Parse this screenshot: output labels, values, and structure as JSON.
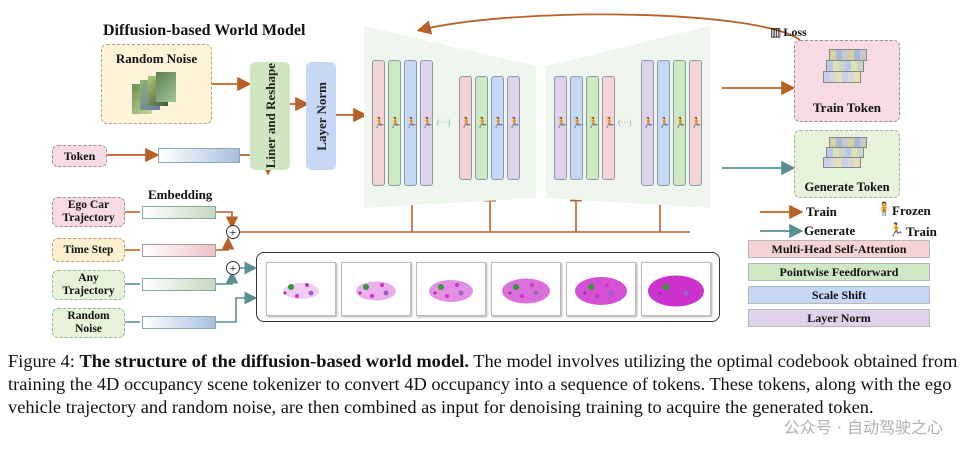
{
  "title": "Diffusion-based World Model",
  "inputs": {
    "random_noise": "Random Noise",
    "token": "Token",
    "ego_car_trajectory": "Ego Car Trajectory",
    "time_step": "Time Step",
    "any_trajectory": "Any Trajectory",
    "random_noise_bottom": "Random Noise",
    "embedding": "Embedding"
  },
  "modules": {
    "liner_reshape": "Liner and Reshape",
    "layer_norm": "Layer Norm"
  },
  "outputs": {
    "loss": "Loss",
    "train_token": "Train Token",
    "generate_token": "Generate Token"
  },
  "legend": {
    "train_arrow": "Train",
    "generate_arrow": "Generate",
    "frozen": "Frozen",
    "train_icon": "Train",
    "mhsa": "Multi-Head Self-Attention",
    "pointwise": "Pointwise Feedforward",
    "scale_shift": "Scale Shift",
    "layer_norm": "Layer Norm"
  },
  "colors": {
    "mhsa": "#f6d3d3",
    "pointwise": "#cfe8c4",
    "scale_shift": "#c6d8f5",
    "layer_norm": "#ded3ea",
    "train_arrow": "#b8622a",
    "generate_arrow": "#5a8f8f"
  },
  "caption": {
    "label": "Figure 4:",
    "bold": "The structure of the diffusion-based world model.",
    "text": "The model involves utilizing the optimal codebook obtained from training the 4D occupancy scene tokenizer to convert 4D occupancy into a sequence of tokens. These tokens, along with the ego vehicle trajectory and random noise, are then combined as input for denoising training to acquire the generated token."
  },
  "watermark": "公众号 · 自动驾驶之心"
}
